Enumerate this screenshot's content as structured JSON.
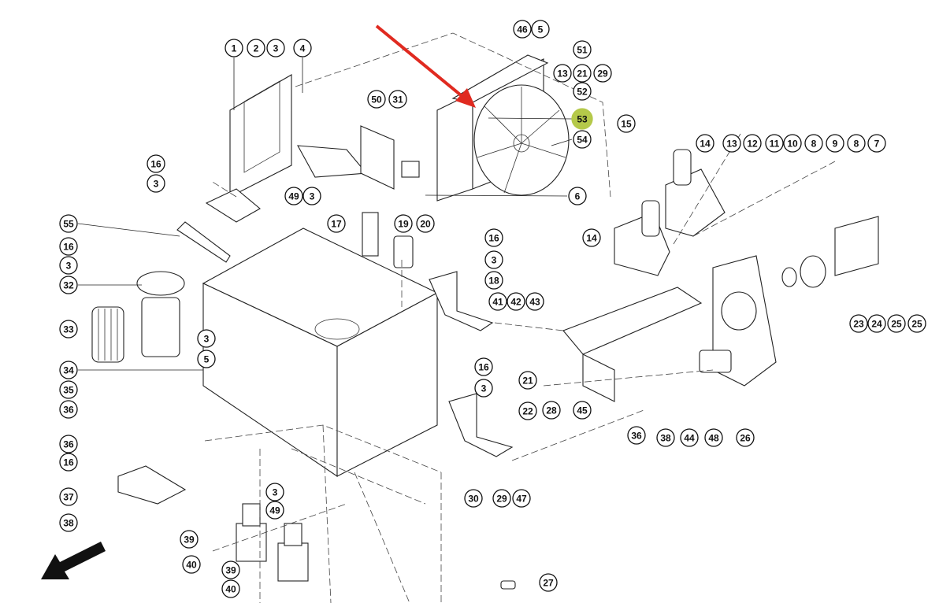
{
  "diagram": {
    "highlight_color": "#b5c94a",
    "pointer_arrow_color": "#e02a20",
    "direction_arrow_color": "#111111",
    "highlighted_part": "53",
    "callouts": [
      "1",
      "2",
      "3",
      "4",
      "46",
      "5",
      "51",
      "13",
      "21",
      "29",
      "52",
      "53",
      "54",
      "15",
      "6",
      "50",
      "31",
      "16",
      "3",
      "49",
      "3",
      "14",
      "13",
      "12",
      "11",
      "10",
      "8",
      "9",
      "8",
      "7",
      "55",
      "17",
      "19",
      "20",
      "16",
      "3",
      "18",
      "16",
      "3",
      "32",
      "14",
      "41",
      "42",
      "43",
      "33",
      "3",
      "5",
      "34",
      "16",
      "3",
      "21",
      "35",
      "36",
      "22",
      "28",
      "45",
      "23",
      "24",
      "25",
      "25",
      "36",
      "38",
      "44",
      "48",
      "26",
      "36",
      "16",
      "30",
      "29",
      "47",
      "3",
      "49",
      "37",
      "38",
      "39",
      "39",
      "40",
      "40",
      "27"
    ]
  }
}
